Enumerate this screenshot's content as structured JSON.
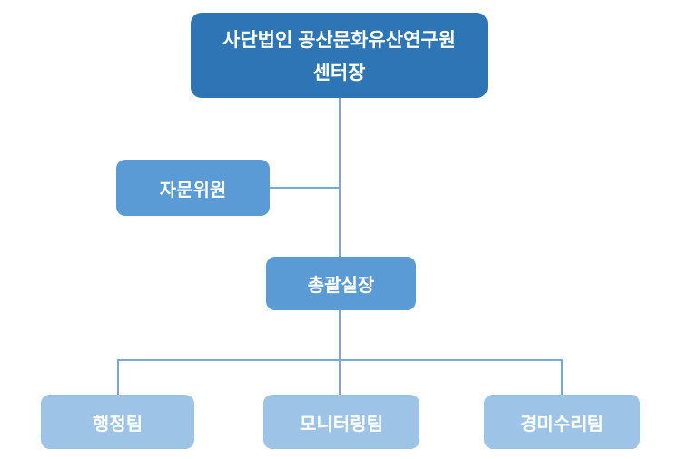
{
  "chart": {
    "type": "org-chart",
    "root": {
      "line1": "사단법인 공산문화유산연구원",
      "line2": "센터장"
    },
    "advisor": {
      "label": "자문위원"
    },
    "manager": {
      "label": "총괄실장"
    },
    "teams": [
      {
        "label": "행정팀"
      },
      {
        "label": "모니터링팀"
      },
      {
        "label": "경미수리팀"
      }
    ]
  },
  "colors": {
    "root_fill": "#2E75B6",
    "mid_fill": "#5B9BD5",
    "team_fill": "#9DC3E6",
    "connector": "#7AA7D9",
    "text": "#FFFFFF",
    "background": "#FFFFFF"
  }
}
